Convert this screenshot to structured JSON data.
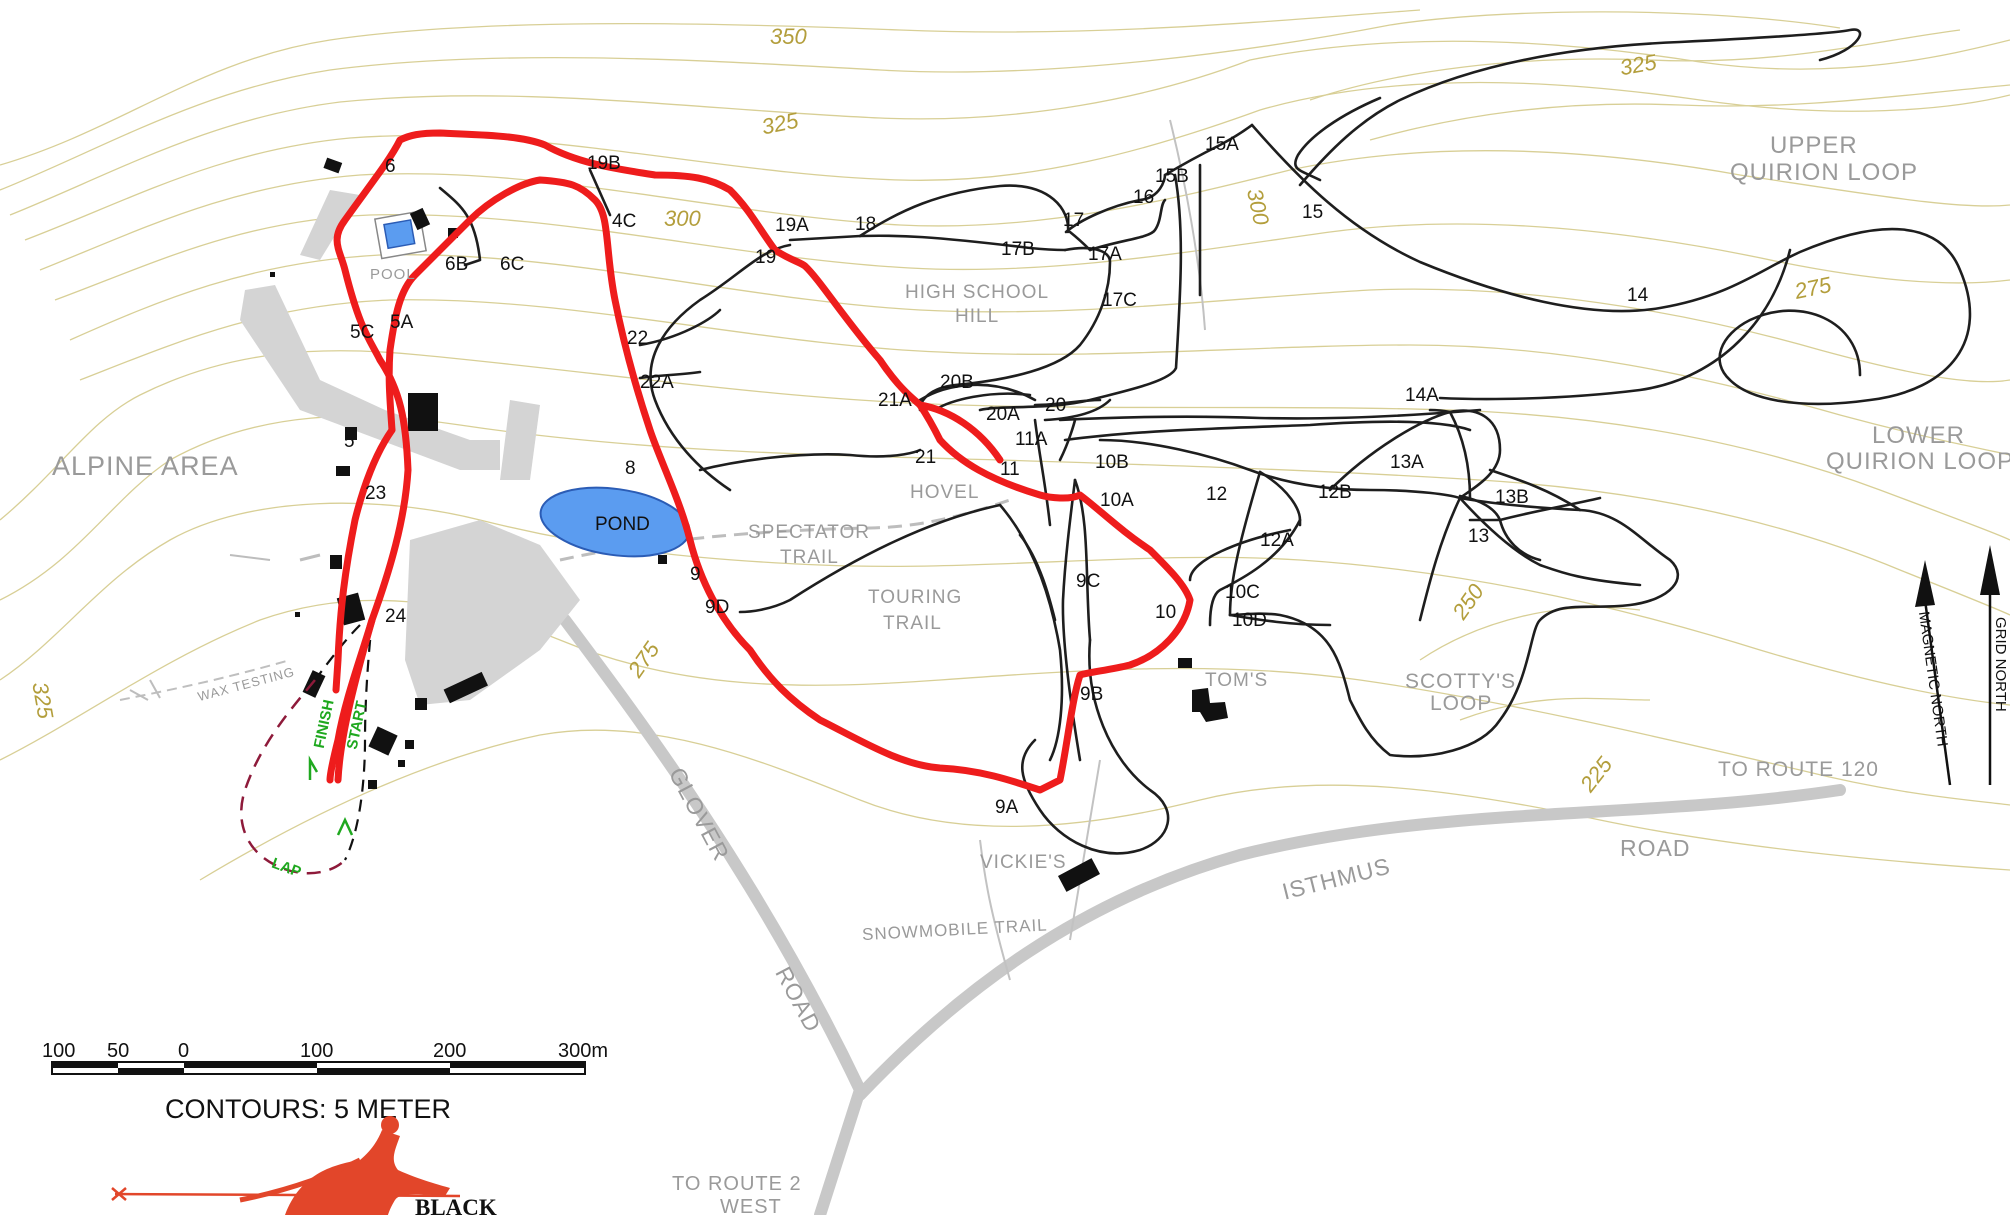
{
  "map": {
    "contour_labels": [
      "350",
      "325",
      "325",
      "300",
      "300",
      "275",
      "275",
      "250",
      "225",
      "325"
    ],
    "junctions": [
      "6",
      "19B",
      "4C",
      "19A",
      "18",
      "17",
      "16",
      "15B",
      "15A",
      "15",
      "19",
      "17B",
      "17A",
      "17C",
      "6B",
      "6C",
      "5C",
      "5A",
      "22",
      "22A",
      "20B",
      "21A",
      "20A",
      "20",
      "11A",
      "21",
      "11",
      "10B",
      "10A",
      "8",
      "5",
      "23",
      "9",
      "9D",
      "9C",
      "10",
      "10C",
      "10D",
      "9B",
      "9A",
      "24",
      "12",
      "12A",
      "12B",
      "13A",
      "13B",
      "13",
      "14A",
      "14"
    ],
    "areas": {
      "upper_quirion_1": "UPPER",
      "upper_quirion_2": "QUIRION LOOP",
      "lower_quirion_1": "LOWER",
      "lower_quirion_2": "QUIRION LOOP",
      "alpine": "ALPINE AREA",
      "pool": "POOL",
      "high_school_1": "HIGH SCHOOL",
      "high_school_2": "HILL",
      "hovel": "HOVEL",
      "pond": "POND",
      "spectator_1": "SPECTATOR",
      "spectator_2": "TRAIL",
      "touring_1": "TOURING",
      "touring_2": "TRAIL",
      "toms": "TOM'S",
      "scottys_1": "SCOTTY'S",
      "scottys_2": "LOOP",
      "vickies": "VICKIE'S",
      "snowmobile": "SNOWMOBILE TRAIL",
      "wax_testing": "WAX TESTING",
      "route120": "TO ROUTE 120",
      "route2_1": "TO ROUTE 2",
      "route2_2": "WEST",
      "glover": "GLOVER",
      "road_glover": "ROAD",
      "isthmus": "ISTHMUS",
      "road_isthmus": "ROAD",
      "finish": "FINISH",
      "start": "START",
      "lap": "LAP"
    },
    "north": {
      "magnetic": "MAGNETIC NORTH",
      "grid": "GRID NORTH"
    },
    "scale": {
      "ticks": [
        "100",
        "50",
        "0",
        "100",
        "200",
        "300m"
      ],
      "contours": "CONTOURS: 5 METER"
    },
    "logo_text": "BLACK",
    "colors": {
      "race_course": "#ee1c1c",
      "trail": "#1e1e1e",
      "contour": "#d8cf96",
      "pond": "#5b9cf0",
      "road": "#c8c8c8"
    }
  }
}
